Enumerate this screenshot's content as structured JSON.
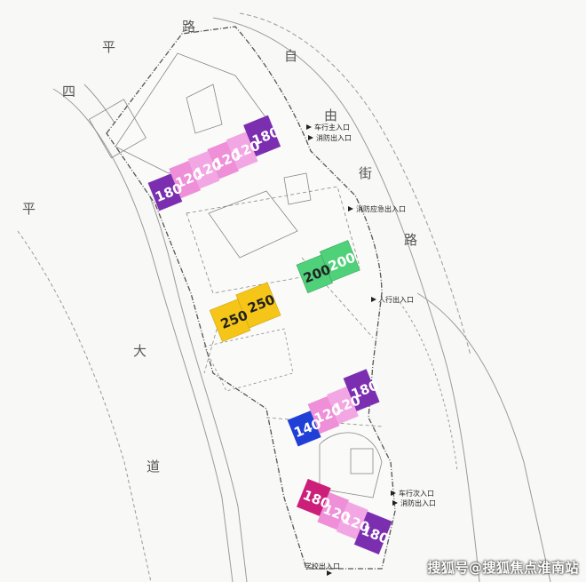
{
  "road_chars": {
    "left_top": [
      "路",
      "平",
      "四"
    ],
    "left_mid": [
      "平"
    ],
    "left_low": [
      "大",
      "道"
    ],
    "right": [
      "自",
      "由",
      "街",
      "路"
    ]
  },
  "entries": {
    "vehicle_main": "车行主入口",
    "fire_entry": "消防出入口",
    "fire_emergency": "消防应急出入口",
    "pedestrian_entry": "人行出入口",
    "vehicle_secondary": "车行次入口",
    "fire_entry_2": "消防出入口",
    "school_entry": "学校出入口"
  },
  "colors": {
    "purple": "#7b2fb0",
    "pink": "#ee8fd8",
    "pink_light": "#f3a6e4",
    "green": "#4fd17a",
    "yellow": "#f5c518",
    "blue": "#1f3fd6",
    "magenta": "#cc1f7a"
  },
  "units": [
    {
      "id": "a1",
      "value": "180"
    },
    {
      "id": "a2",
      "value": "120"
    },
    {
      "id": "a3",
      "value": "120"
    },
    {
      "id": "a4",
      "value": "120"
    },
    {
      "id": "a5",
      "value": "120"
    },
    {
      "id": "a6",
      "value": "180"
    },
    {
      "id": "g1",
      "value": "200"
    },
    {
      "id": "g2",
      "value": "200"
    },
    {
      "id": "y1",
      "value": "250"
    },
    {
      "id": "y2",
      "value": "250"
    },
    {
      "id": "b1",
      "value": "140"
    },
    {
      "id": "b2",
      "value": "120"
    },
    {
      "id": "b3",
      "value": "120"
    },
    {
      "id": "b4",
      "value": "180"
    },
    {
      "id": "c1",
      "value": "180"
    },
    {
      "id": "c2",
      "value": "120"
    },
    {
      "id": "c3",
      "value": "120"
    },
    {
      "id": "c4",
      "value": "180"
    }
  ],
  "watermark": "搜狐号@搜狐焦点淮南站"
}
